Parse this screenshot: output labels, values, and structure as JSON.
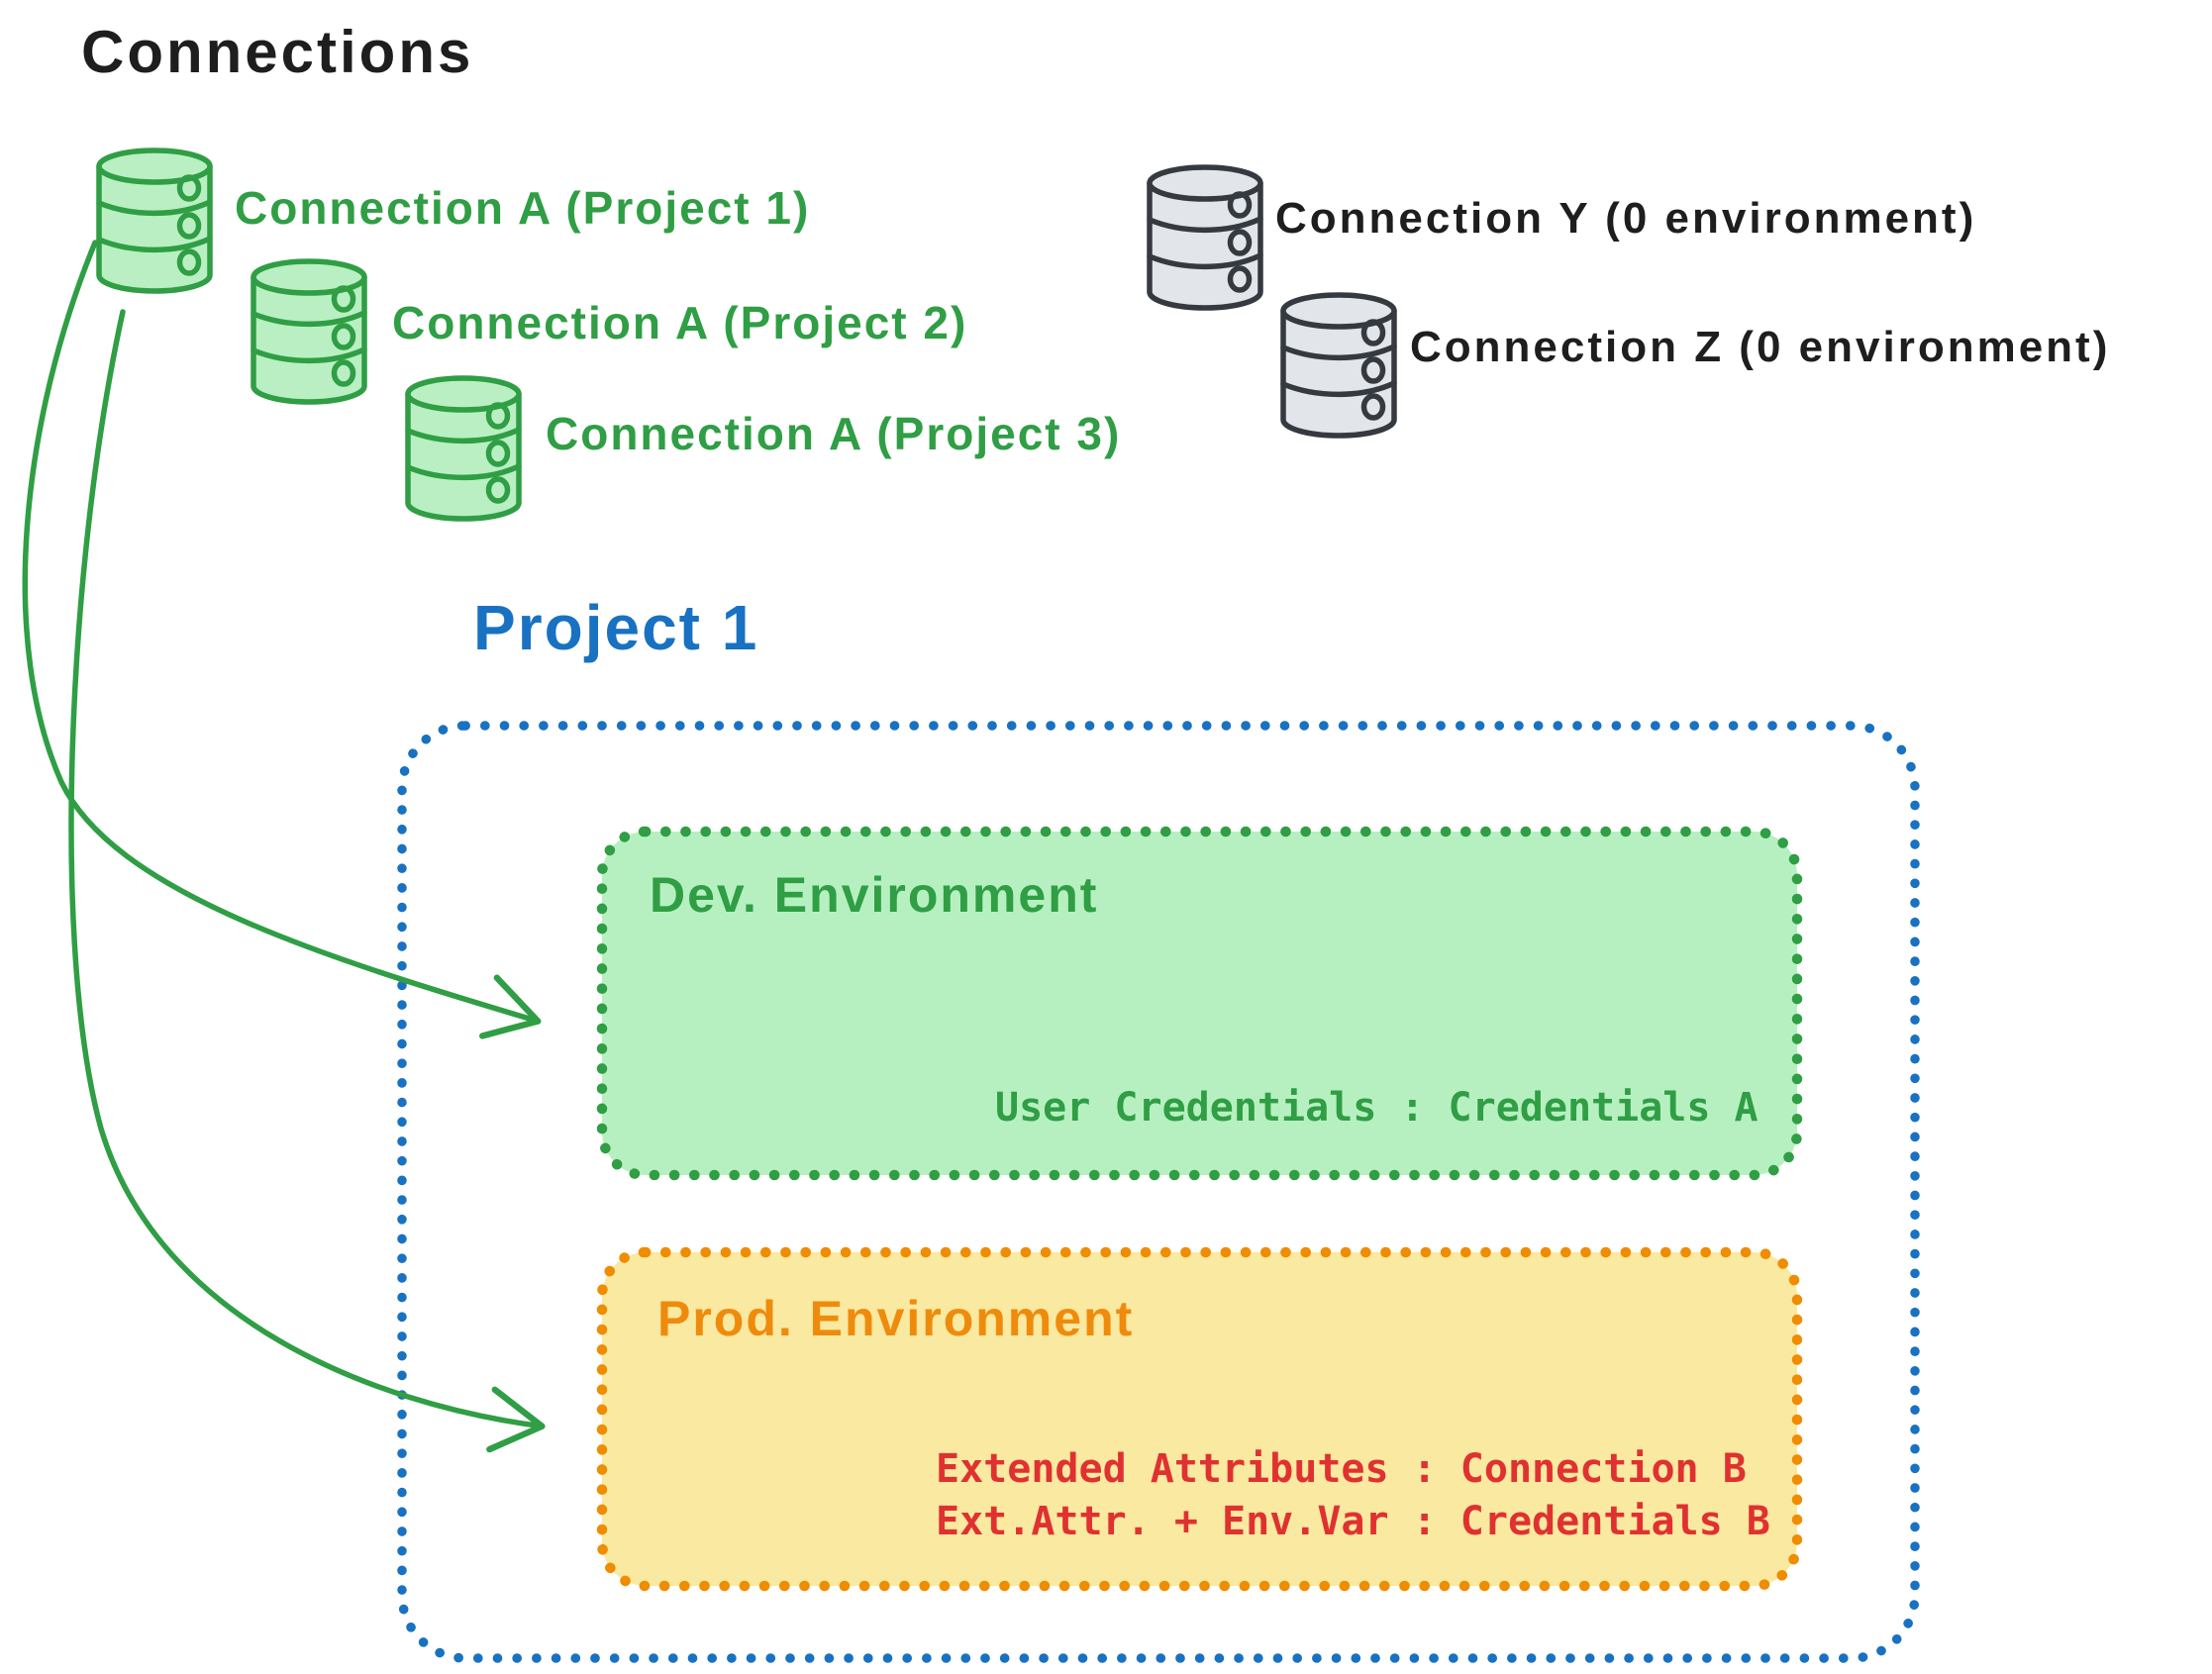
{
  "title": "Connections",
  "palette": {
    "black_text": "#1e1e1e",
    "green_stroke": "#2f9e44",
    "green_fill": "#b2f2bb",
    "blue": "#1971c2",
    "orange": "#f08c00",
    "orange_text": "#ef8b0c",
    "yellow_fill": "#ffec99",
    "red_text": "#e03131",
    "gray_stroke": "#343a40",
    "gray_fill": "#e9ecef"
  },
  "green_connections": [
    {
      "icon": "database-icon",
      "label": "Connection A (Project 1)"
    },
    {
      "icon": "database-icon",
      "label": "Connection A (Project 2)"
    },
    {
      "icon": "database-icon",
      "label": "Connection A (Project 3)"
    }
  ],
  "gray_connections": [
    {
      "icon": "database-icon",
      "label": "Connection Y (0 environment)"
    },
    {
      "icon": "database-icon",
      "label": "Connection Z (0 environment)"
    }
  ],
  "project": {
    "title": "Project 1",
    "dev": {
      "title": "Dev. Environment",
      "credential_mapping": "User Credentials : Credentials A"
    },
    "prod": {
      "title": "Prod. Environment",
      "credential_mappings": [
        "Extended Attributes : Connection B",
        "Ext.Attr. + Env.Var : Credentials B"
      ]
    }
  }
}
